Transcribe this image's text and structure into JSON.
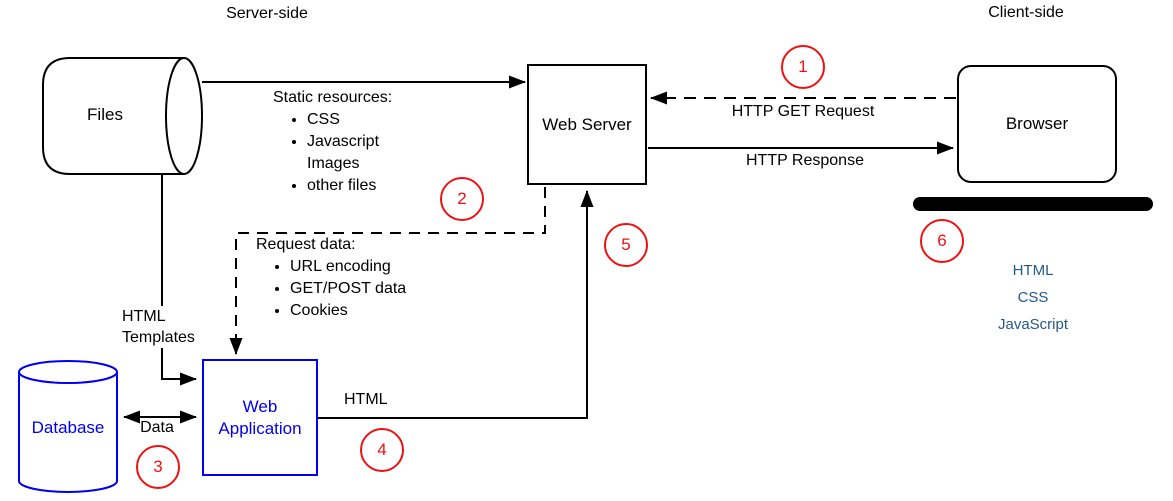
{
  "titles": {
    "server_side": "Server-side",
    "client_side": "Client-side"
  },
  "nodes": {
    "files": "Files",
    "web_server": "Web Server",
    "browser": "Browser",
    "database": "Database",
    "web_application": "Web\nApplication"
  },
  "labels": {
    "http_get_request": "HTTP GET Request",
    "http_response": "HTTP Response",
    "html_templates": "HTML\nTemplates",
    "data": "Data",
    "html": "HTML",
    "client_tech": "HTML\nCSS\nJavaScript"
  },
  "lists": {
    "static_resources": {
      "title": "Static resources:",
      "items": [
        "CSS",
        "Javascript\nImages",
        "other files"
      ]
    },
    "request_data": {
      "title": "Request data:",
      "items": [
        "URL encoding",
        "GET/POST data",
        "Cookies"
      ]
    }
  },
  "steps": {
    "s1": "1",
    "s2": "2",
    "s3": "3",
    "s4": "4",
    "s5": "5",
    "s6": "6"
  },
  "colors": {
    "node_blue": "#0000ee",
    "step_red": "#ee1111",
    "tech_text_blue": "#26598a",
    "line_black": "#000000"
  }
}
